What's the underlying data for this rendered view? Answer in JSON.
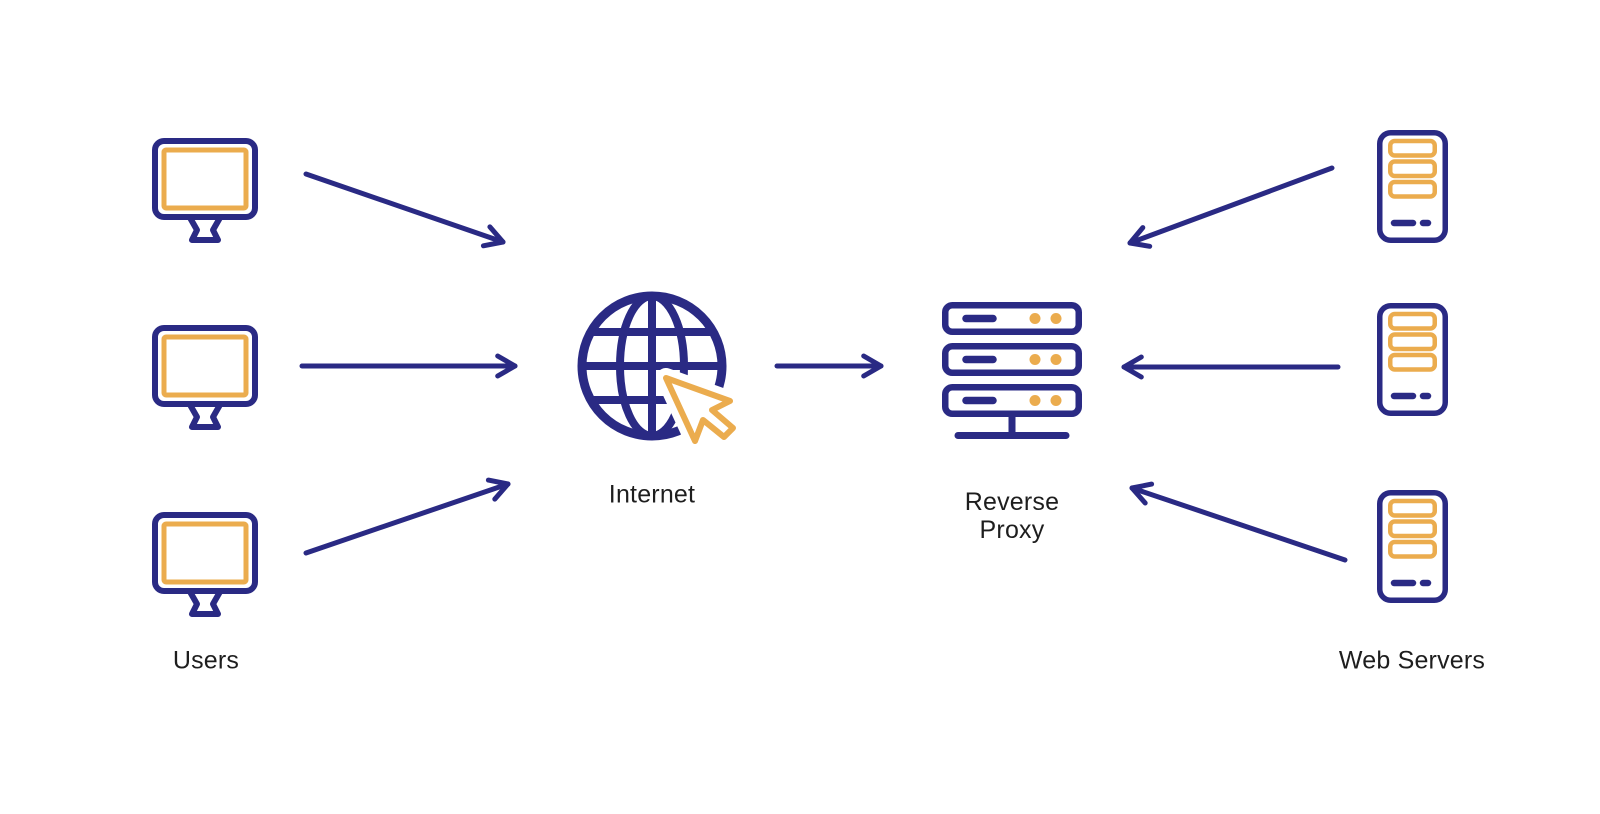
{
  "colors": {
    "navy": "#2A2A84",
    "orange": "#EBAC4E",
    "label": "#1E1E1E",
    "background": "#FFFFFF"
  },
  "diagram": {
    "type": "architecture-flow",
    "labels": {
      "users": "Users",
      "internet": "Internet",
      "reverse_proxy": "Reverse Proxy",
      "web_servers": "Web Servers"
    },
    "nodes": [
      {
        "id": "users",
        "label": "Users",
        "icon": "monitor-icon",
        "count": 3
      },
      {
        "id": "internet",
        "label": "Internet",
        "icon": "globe-cursor-icon",
        "count": 1
      },
      {
        "id": "reverse-proxy",
        "label": "Reverse Proxy",
        "icon": "server-rack-icon",
        "count": 1
      },
      {
        "id": "web-servers",
        "label": "Web Servers",
        "icon": "server-tower-icon",
        "count": 3
      }
    ],
    "edges": [
      {
        "from": "user-1",
        "to": "internet",
        "direction": "right-down"
      },
      {
        "from": "user-2",
        "to": "internet",
        "direction": "right"
      },
      {
        "from": "user-3",
        "to": "internet",
        "direction": "right-up"
      },
      {
        "from": "internet",
        "to": "reverse-proxy",
        "direction": "right"
      },
      {
        "from": "web-server-1",
        "to": "reverse-proxy",
        "direction": "left-down"
      },
      {
        "from": "web-server-2",
        "to": "reverse-proxy",
        "direction": "left"
      },
      {
        "from": "web-server-3",
        "to": "reverse-proxy",
        "direction": "left-up"
      }
    ],
    "icons": [
      "monitor-icon",
      "globe-icon",
      "cursor-icon",
      "server-rack-icon",
      "server-tower-icon",
      "arrow-icon"
    ]
  }
}
